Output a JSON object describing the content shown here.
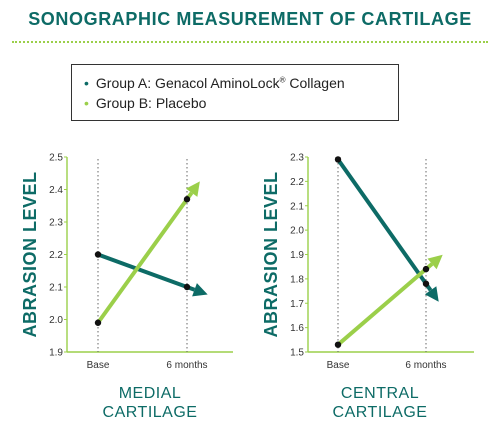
{
  "header": {
    "title": "SONOGRAPHIC MEASUREMENT OF CARTILAGE"
  },
  "legend": {
    "items": [
      {
        "label": "Group A: Genacol AminoLock",
        "mark": "®",
        "suffix": " Collagen"
      },
      {
        "label": "Group B: Placebo"
      }
    ]
  },
  "colors": {
    "group_a": "#0d6b66",
    "group_b": "#9bcf4a",
    "accent": "#0d6b66"
  },
  "chart_data": [
    {
      "type": "line",
      "categories": [
        "Base",
        "6 months"
      ],
      "title": [
        "MEDIAL",
        "CARTILAGE"
      ],
      "ylabel": "ABRASION LEVEL",
      "ylim": [
        1.9,
        2.5
      ],
      "yticks": [
        1.9,
        2.0,
        2.1,
        2.2,
        2.3,
        2.4,
        2.5
      ],
      "yticklabels": [
        "1.9",
        "2.0",
        "2.1",
        "2.2",
        "2.3",
        "2.4",
        "2.5"
      ],
      "series": [
        {
          "name": "Group A",
          "values": [
            2.2,
            2.1
          ],
          "color": "#0d6b66"
        },
        {
          "name": "Group B",
          "values": [
            1.99,
            2.37
          ],
          "color": "#9bcf4a"
        }
      ],
      "grid": "vertical dotted at categories"
    },
    {
      "type": "line",
      "categories": [
        "Base",
        "6 months"
      ],
      "title": [
        "CENTRAL",
        "CARTILAGE"
      ],
      "ylabel": "ABRASION LEVEL",
      "ylim": [
        1.5,
        2.3
      ],
      "yticks": [
        1.5,
        1.6,
        1.7,
        1.8,
        1.9,
        2.0,
        2.1,
        2.2,
        2.3
      ],
      "yticklabels": [
        "1.5",
        "1.6",
        "1.7",
        "1.8",
        "1.9",
        "2.0",
        "2.1",
        "2.2",
        "2.3"
      ],
      "series": [
        {
          "name": "Group A",
          "values": [
            2.29,
            1.78
          ],
          "color": "#0d6b66"
        },
        {
          "name": "Group B",
          "values": [
            1.53,
            1.84
          ],
          "color": "#9bcf4a"
        }
      ],
      "grid": "vertical dotted at categories"
    }
  ]
}
